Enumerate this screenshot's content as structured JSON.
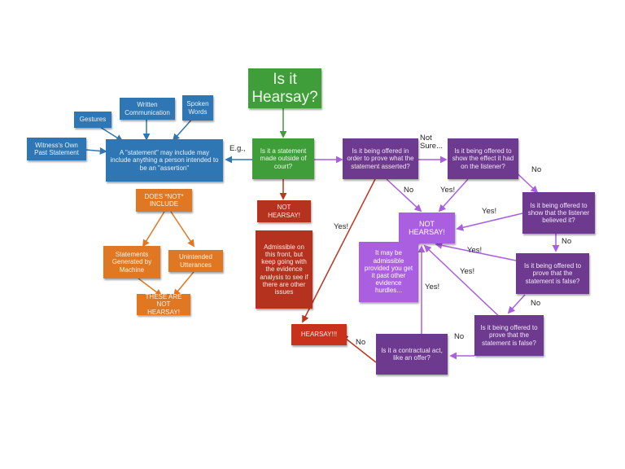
{
  "colors": {
    "blue": "#2f77b4",
    "orange": "#e07722",
    "red": "#b5321f",
    "purple": "#6e3a8f",
    "lilac": "#a95fe0",
    "green": "#3f9e3a"
  },
  "nodes": {
    "title": "Is it Hearsay?",
    "q_outside_court": "Is it a statement made outside of court?",
    "statement_def": "A \"statement\" may include may include anything a person intended to be an \"assertion\"",
    "witness_past": "Witness's Own Past Statement",
    "gestures": "Gestures",
    "written": "Written Communication",
    "spoken": "Spoken Words",
    "does_not_include": "DOES *NOT* INCLUDE",
    "machine": "Statements Generated by Machine",
    "unintended": "Unintended Utterances",
    "these_not_hearsay": "THESE ARE NOT HEARSAY!",
    "not_hearsay_red": "NOT HEARSAY!",
    "admissible_front": "Admissible on this front, but keep going with the evidence analysis to see if there are other issues",
    "hearsay": "HEARSAY!!!",
    "q_prove_asserted": "Is it being offered in order to prove what the statement asserted?",
    "q_effect_listener": "Is it being offered to show the effect it had on the listener?",
    "q_listener_believed": "Is it being offered to show that the listener believed it?",
    "not_hearsay_lilac": "NOT HEARSAY!",
    "may_be_admissible": "It may be admissible provided you get it past other evidence hurdles...",
    "q_false_1": "Is it being offered to prove that the statement is false?",
    "q_false_2": "Is it being offered to prove that the statement is false?",
    "q_contractual": "Is it a contractual act, like an offer?"
  },
  "labels": {
    "eg": "E.g.,",
    "not_sure": "Not Sure...",
    "yes_hearsay": "Yes!",
    "no_1": "No",
    "yes_1": "Yes!",
    "no_2": "No",
    "yes_2": "Yes!",
    "no_3": "No",
    "yes_3": "Yes!",
    "yes_4": "Yes!",
    "no_4": "No",
    "yes_5": "Yes!",
    "no_5": "No",
    "no_6": "No"
  }
}
